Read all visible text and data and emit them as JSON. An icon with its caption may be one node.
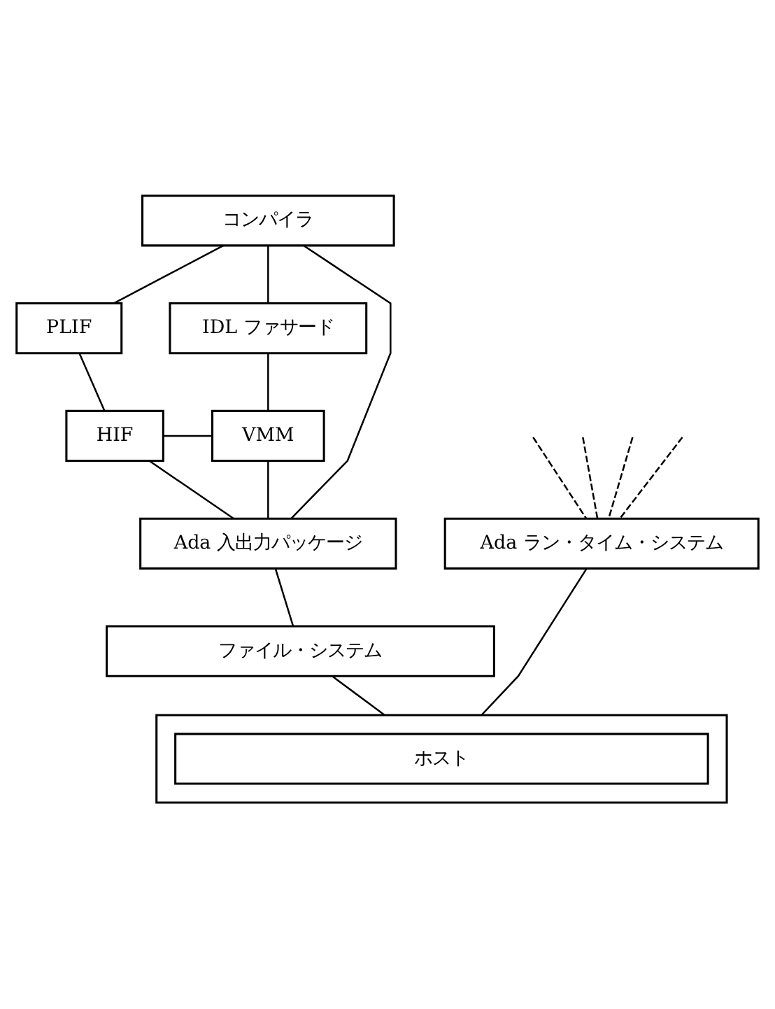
{
  "diagram": {
    "nodes": [
      {
        "text": [
          "コンパイラ"
        ]
      },
      {
        "text": [
          "PLIF"
        ]
      },
      {
        "text": [
          "IDL ファサード"
        ]
      },
      {
        "text": [
          "HIF"
        ]
      },
      {
        "text": [
          "VMM"
        ]
      },
      {
        "text": [
          "Ada 入出力パッケージ"
        ]
      },
      {
        "text": [
          "Ada ラン・タイム・システム"
        ]
      },
      {
        "text": [
          "ファイル・システム"
        ]
      },
      {
        "text": [],
        "shape": "box"
      },
      {
        "text": [
          "ホスト"
        ],
        "in": 8
      }
    ],
    "edges": [
      {
        "from": 0,
        "to": 1,
        "arrow": "none"
      },
      {
        "from": 0,
        "to": 2,
        "arrow": "none"
      },
      {
        "from": 0,
        "to": 5,
        "arrow": "none"
      },
      {
        "from": 1,
        "to": 3,
        "arrow": "none"
      },
      {
        "from": 2,
        "to": 4,
        "arrow": "none"
      },
      {
        "from": 3,
        "to": 4,
        "arrow": "none"
      },
      {
        "from": 4,
        "to": 5,
        "arrow": "none"
      },
      {
        "from": 3,
        "to": 5,
        "arrow": "none"
      },
      {
        "from": null,
        "to": 6,
        "arrow": "none",
        "style": "dashed"
      },
      {
        "from": null,
        "to": 6,
        "arrow": "none",
        "style": "dashed"
      },
      {
        "from": null,
        "to": 6,
        "arrow": "none",
        "style": "dashed"
      },
      {
        "from": null,
        "to": 6,
        "arrow": "none",
        "style": "dashed"
      },
      {
        "from": 5,
        "to": 7,
        "arrow": "none"
      },
      {
        "from": 7,
        "to": 8,
        "arrow": "none"
      },
      {
        "from": 6,
        "to": 8,
        "arrow": "none"
      }
    ]
  }
}
